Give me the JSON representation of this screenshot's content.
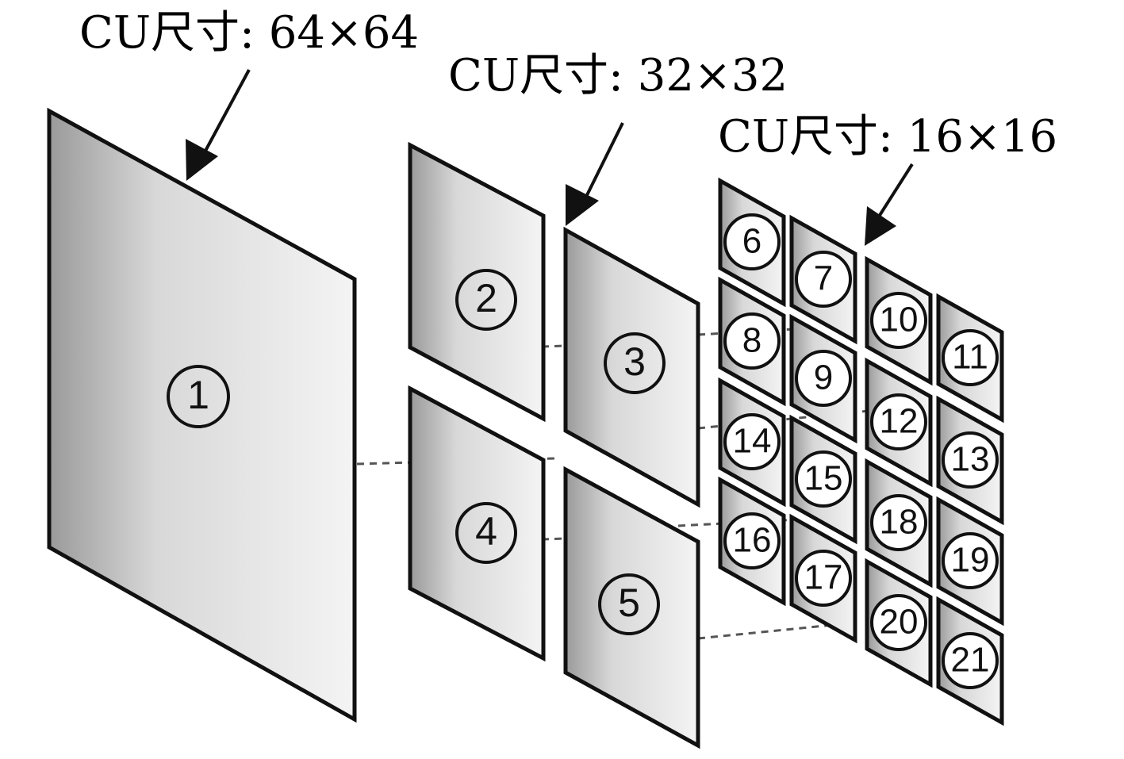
{
  "labels": {
    "cu64": "CU尺寸: 64×64",
    "cu32": "CU尺寸: 32×32",
    "cu16": "CU尺寸: 16×16"
  },
  "nodes": {
    "n1": "1",
    "n2": "2",
    "n3": "3",
    "n4": "4",
    "n5": "5",
    "n6": "6",
    "n7": "7",
    "n8": "8",
    "n9": "9",
    "n10": "10",
    "n11": "11",
    "n12": "12",
    "n13": "13",
    "n14": "14",
    "n15": "15",
    "n16": "16",
    "n17": "17",
    "n18": "18",
    "n19": "19",
    "n20": "20",
    "n21": "21"
  },
  "colors": {
    "panel_light": "#f2f2f2",
    "panel_dark": "#9a9a9a",
    "stroke": "#111111",
    "dashed": "#555555"
  }
}
